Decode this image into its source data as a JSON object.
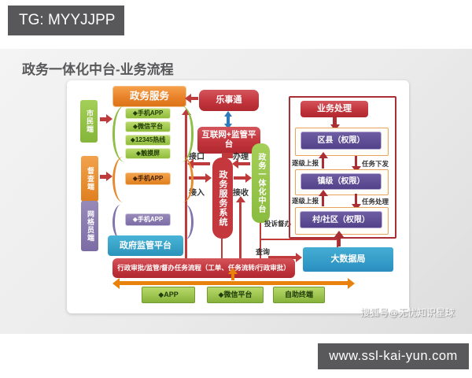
{
  "banner": {
    "label": "TG: MYYJJPP"
  },
  "slide": {
    "title": "政务一体化中台-业务流程",
    "watermark": "搜狐号@无忧知识星球"
  },
  "footer": {
    "url": "www.ssl-kai-yun.com"
  },
  "colors": {
    "banner_bg": "#58585a",
    "red": "#c0392b",
    "orange": "#e8892e",
    "green": "#8cbf44",
    "purple": "#5b4a8f",
    "blue": "#2f9ec7",
    "teal": "#2fa0c8",
    "arrow_orange": "#e8820c"
  },
  "diagram": {
    "gov_service": "政务服务",
    "leshitong": "乐事通",
    "internet_platform": "互联网+监管平台",
    "endpoints": {
      "citizen": "市民端",
      "supervision": "督查端",
      "grid_worker": "网格员端"
    },
    "citizen_channels": [
      "◆手机APP",
      "◆微信平台",
      "◆12345热线",
      "◆触摸屏"
    ],
    "supervision_channel": "◆手机APP",
    "grid_channel": "◆手机APP",
    "gov_supervision_platform": "政府监管平台",
    "service_system": "政务服务系统",
    "middle_platform": "政务一体化中台",
    "io_labels": {
      "interface": "接口",
      "access": "接入",
      "handle": "办理",
      "receive": "接收"
    },
    "right_panel": {
      "title": "业务处理",
      "level_district": "区县（权限）",
      "level_town": "镇级（权限）",
      "level_village": "村/社区（权限）",
      "flow_up1": "逐级上报",
      "flow_down1": "任务下发",
      "flow_up2": "逐级上报",
      "flow_down2": "任务处理"
    },
    "big_data_bureau": "大数据局",
    "query_label": "查询",
    "complaint_label": "投诉督办",
    "process_bar": "行政审批/监管/督办任务流程（工单、任务流转/行政审批）",
    "terminals": [
      "◆APP",
      "◆微信平台",
      "自助终端"
    ]
  }
}
